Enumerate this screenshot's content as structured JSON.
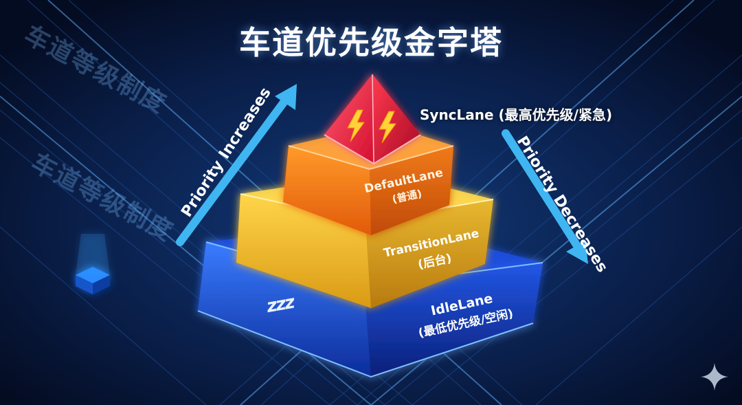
{
  "title": "车道优先级金字塔",
  "background_watermarks": [
    "车道等级制度",
    "车道等级制度"
  ],
  "left_arrow_label": "Priority Increases",
  "right_arrow_label": "Priority Decreases",
  "layers": {
    "sync": {
      "name": "SyncLane (最高优先级/紧急)",
      "icon": "lightning-bolt-icon",
      "color": "#ff2a4a"
    },
    "default": {
      "name": "DefaultLane",
      "sub": "(普通)",
      "color": "#ff8a1e"
    },
    "transition": {
      "name": "TransitionLane",
      "sub": "(后台)",
      "color": "#ffc52a"
    },
    "idle": {
      "name": "IdleLane",
      "sub": "(最低优先级/空闲)",
      "icon": "zzz",
      "color": "#1f5cff"
    }
  },
  "colors": {
    "background": "#061330",
    "arrow": "#3fb6f2",
    "grid_lines": "#1d4f9a"
  }
}
